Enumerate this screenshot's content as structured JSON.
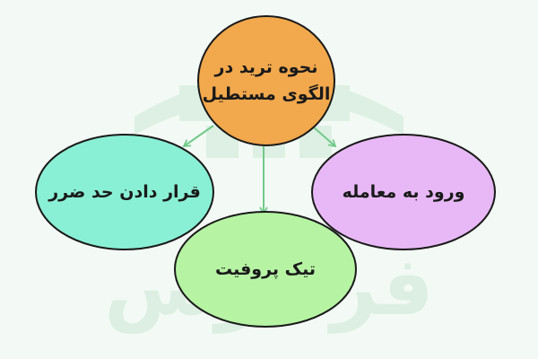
{
  "colors": {
    "background": "#f3faf5",
    "center_fill": "#f2a84c",
    "left_fill": "#8af0d5",
    "right_fill": "#e8b8f6",
    "bottom_fill": "#b6f4a4",
    "connector": "#72c98a",
    "outline": "#1a1a1a",
    "watermark": "#dcefe2"
  },
  "diagram": {
    "center": {
      "line1": "نحوه ترید در",
      "line2": "الگوی مستطیل"
    },
    "left": {
      "label": "قرار دادن حد ضرر"
    },
    "right": {
      "label": "ورود به معامله"
    },
    "bottom": {
      "label": "تیک پروفیت"
    }
  },
  "watermark": {
    "icon": "building-blocks-logo-icon",
    "text": "فرادرس"
  }
}
